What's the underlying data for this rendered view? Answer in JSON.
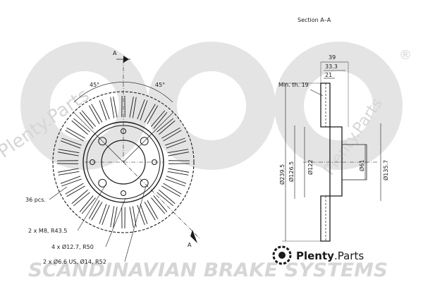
{
  "section_title": "Section A–A",
  "section_marker": "A",
  "angles": {
    "left": "45°",
    "right": "45°"
  },
  "dimensions": {
    "overall_width": "39",
    "hat_width": "33.3",
    "flange": "21",
    "min_thickness": "Min. th. 19",
    "diam_outer": "Ø239.5",
    "diam_126": "Ø126.5",
    "diam_122": "Ø122",
    "diam_61": "Ø61",
    "diam_135": "Ø135.7"
  },
  "callouts": {
    "pcs": "36 pcs.",
    "m8": "2 x M8, R43.5",
    "bolt_holes": "4 x Ø12.7, R50",
    "small_holes": "2 x Ø6.6 US, Ø14, R52"
  },
  "watermark": {
    "brand": "SCANDINAVIAN BRAKE SYSTEMS",
    "logo": "sbs",
    "left": "Plenty.Parts",
    "right": "Plenty.Parts",
    "registered": "®"
  },
  "plenty_logo": {
    "text_main": "Plenty",
    "text_dot": ".",
    "text_suffix": "Parts"
  }
}
